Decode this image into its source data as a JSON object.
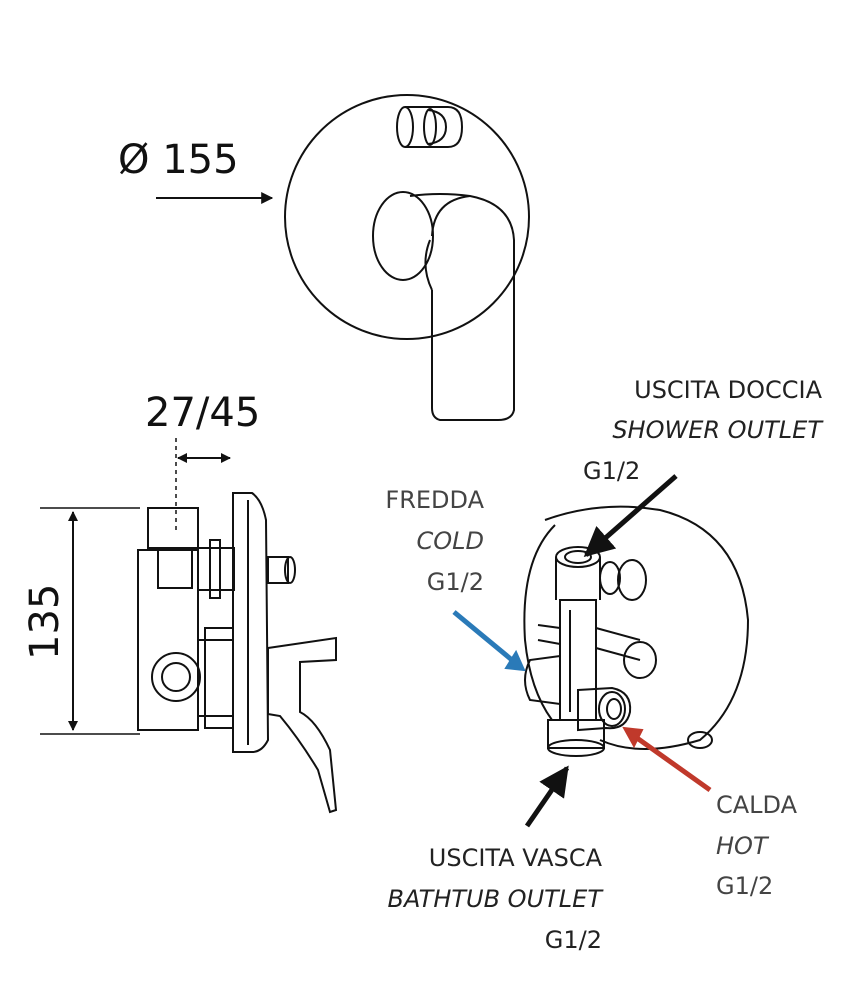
{
  "dimensions": {
    "diameter": "Ø 155",
    "depth": "27/45",
    "height": "135"
  },
  "labels": {
    "shower": {
      "it": "USCITA DOCCIA",
      "en": "SHOWER OUTLET",
      "thread": "G1/2"
    },
    "cold": {
      "it": "FREDDA",
      "en": "COLD",
      "thread": "G1/2"
    },
    "hot": {
      "it": "CALDA",
      "en": "HOT",
      "thread": "G1/2"
    },
    "bathtub": {
      "it": "USCITA VASCA",
      "en": "BATHTUB OUTLET",
      "thread": "G1/2"
    }
  },
  "colors": {
    "line": "#1a1a1a",
    "cold_arrow": "#2a7ab8",
    "hot_arrow": "#c0392b",
    "caption_gray": "#444444"
  }
}
